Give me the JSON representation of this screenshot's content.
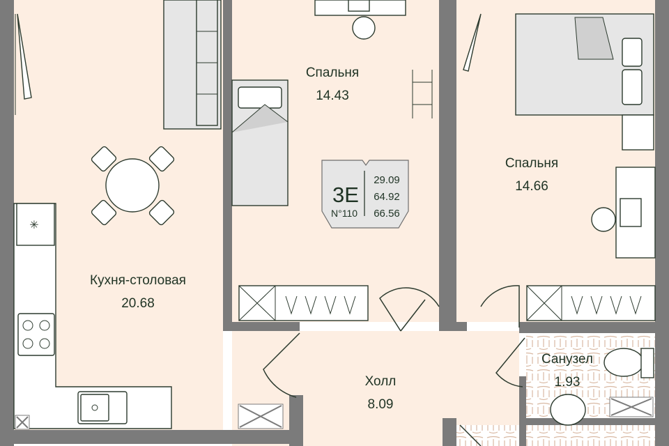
{
  "apartment": {
    "type_code": "3Е",
    "number": "N°110",
    "areas": [
      "29.09",
      "64.92",
      "66.56"
    ]
  },
  "rooms": [
    {
      "name": "Спальня",
      "area": "14.43"
    },
    {
      "name": "Спальня",
      "area": "14.66"
    },
    {
      "name": "Кухня-столовая",
      "area": "20.68"
    },
    {
      "name": "Холл",
      "area": "8.09"
    },
    {
      "name": "Санузел",
      "area": "1.93"
    }
  ],
  "colors": {
    "wall": "#7b7b7b",
    "floor": "#fdeee2",
    "text": "#1f3324",
    "tile": "#d9b9a3"
  }
}
